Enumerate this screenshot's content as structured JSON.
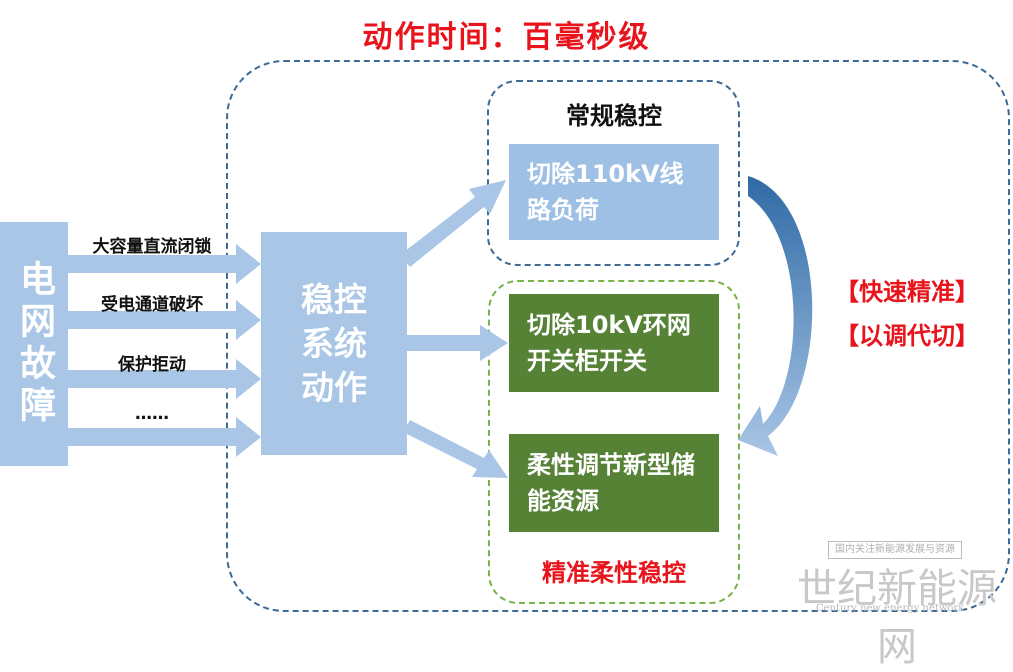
{
  "title": "动作时间：百毫秒级",
  "fault_box": {
    "label": "电网故障"
  },
  "causes": [
    "大容量直流闭锁",
    "受电通道破坏",
    "保护拒动",
    "……"
  ],
  "system_box": {
    "label": "稳控系统动作"
  },
  "regular_control": {
    "heading": "常规稳控",
    "action": "切除110kV线路负荷"
  },
  "precise_control": {
    "actions": [
      "切除10kV环网开关柜开关",
      "柔性调节新型储能资源"
    ],
    "label": "精准柔性稳控"
  },
  "side_labels": [
    "【快速精准】",
    "【以调代切】"
  ],
  "watermark": {
    "tag": "国内关注新能源发展与资源",
    "main": "世纪新能源网",
    "sub": "Century new energy network"
  },
  "colors": {
    "title_red": "#e8131b",
    "light_blue": "#a9c6e6",
    "green": "#568236",
    "dark_blue": "#3d6b96",
    "light_green": "#78b34a"
  }
}
